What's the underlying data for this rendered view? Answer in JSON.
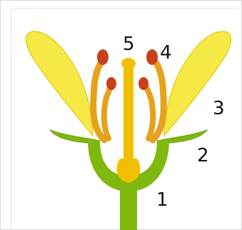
{
  "labels": {
    "stem": "1",
    "sepal": "2",
    "petal": "3",
    "stamen": "4",
    "pistil": "5"
  },
  "colors": {
    "stem_green": "#7fb80e",
    "stem_dark": "#5f9a08",
    "petal_yellow": "#f7e945",
    "petal_edge": "#e2cf28",
    "filament_orange": "#e6a21c",
    "pistil_yellow": "#f2c000",
    "anther_red": "#c8401a"
  }
}
